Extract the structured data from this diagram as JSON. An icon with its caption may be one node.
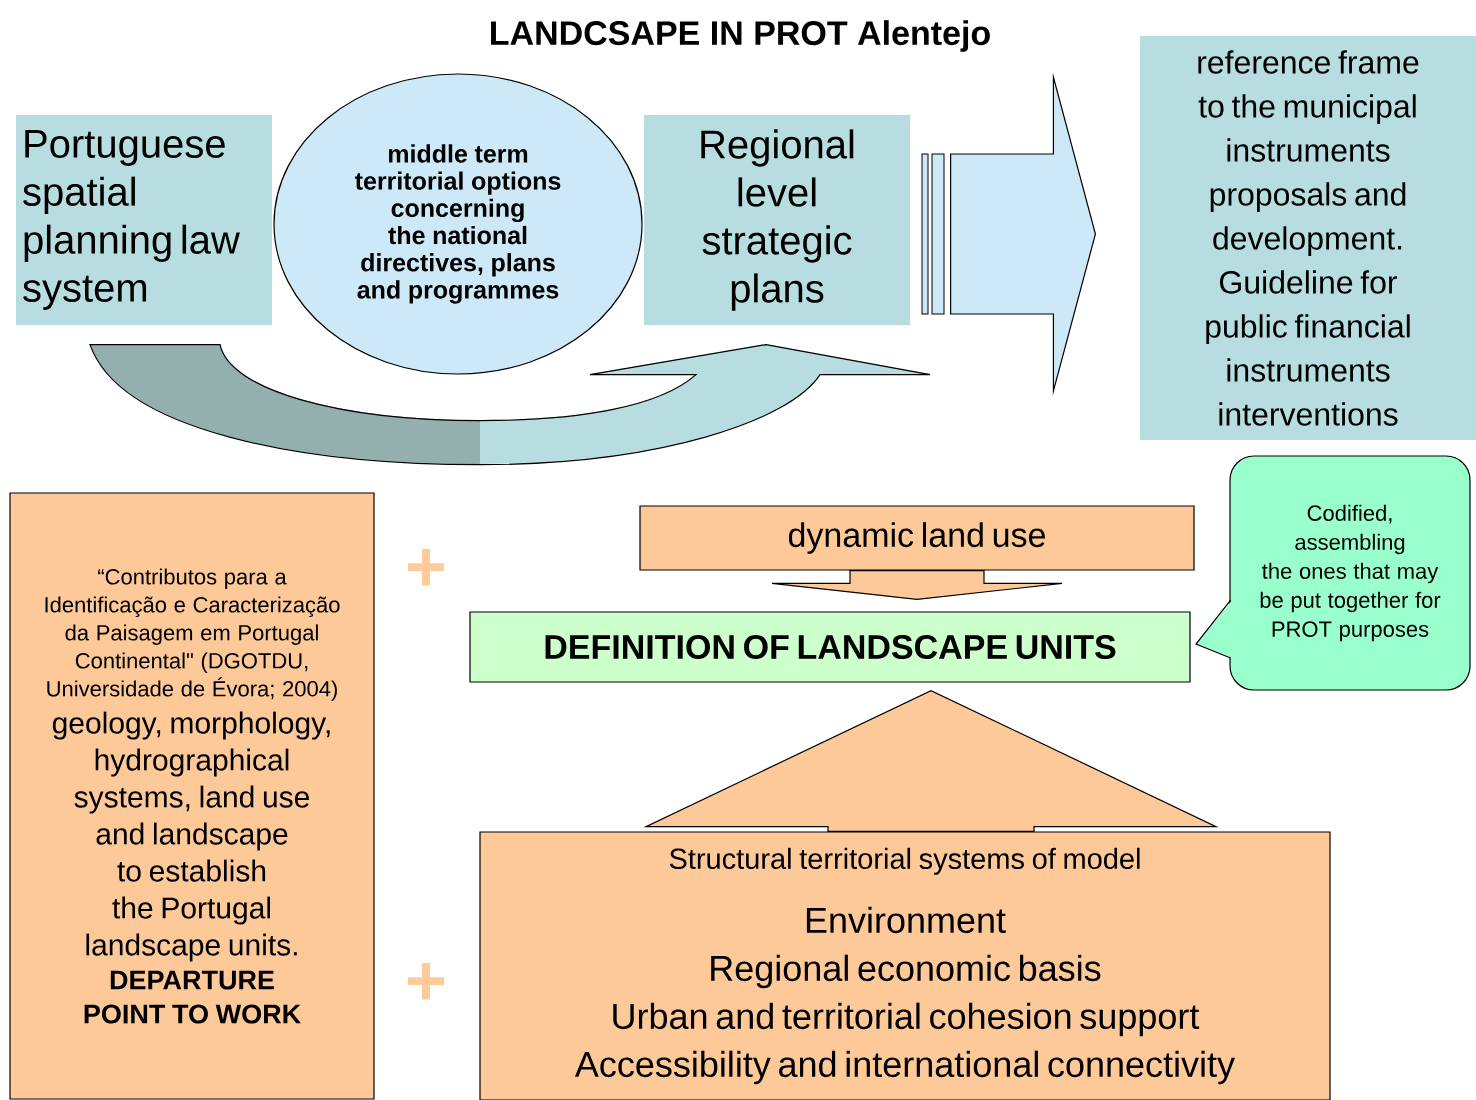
{
  "diagram": {
    "title": "LANDCSAPE IN PROT Alentejo",
    "nodes": [
      {
        "text": [
          "Portuguese spatial planning law system"
        ]
      },
      {
        "text": [
          "middle term territorial options concerning the national directives, plans and programmes"
        ]
      },
      {
        "text": [
          "Regional level strategic plans"
        ]
      },
      {
        "text": [
          "reference frame to the municipal instruments proposals and development. Guideline for public financial instruments interventions"
        ]
      },
      {
        "text": [
          "“Contributos para a Identificação e Caracterização da Paisagem em Portugal Continental\" (DGOTDU, Universidade de Évora; 2004)",
          "geology, morphology, hydrographical systems, land use and landscape",
          "to establish the Portugal landscape units.",
          "DEPARTURE POINT TO WORK"
        ]
      },
      {
        "text": [
          "dynamic land use"
        ]
      },
      {
        "text": [
          "DEFINITION OF LANDSCAPE UNITS"
        ]
      },
      {
        "text": [
          "Codified, assembling the ones that may be put together for PROT purposes"
        ]
      },
      {
        "text": [
          "Structural territorial systems of model",
          "Environment",
          "Regional economic basis",
          "Urban and territorial cohesion support",
          "Accessibility and international connectivity"
        ]
      }
    ],
    "edges": [
      {
        "from": 0,
        "to": 2,
        "arrow": "to"
      },
      {
        "from": 2,
        "to": 3,
        "arrow": "to"
      },
      {
        "from": 5,
        "to": 6,
        "arrow": "to"
      },
      {
        "from": 8,
        "to": 6,
        "arrow": "to"
      }
    ],
    "labels": [
      "+",
      "+"
    ]
  }
}
